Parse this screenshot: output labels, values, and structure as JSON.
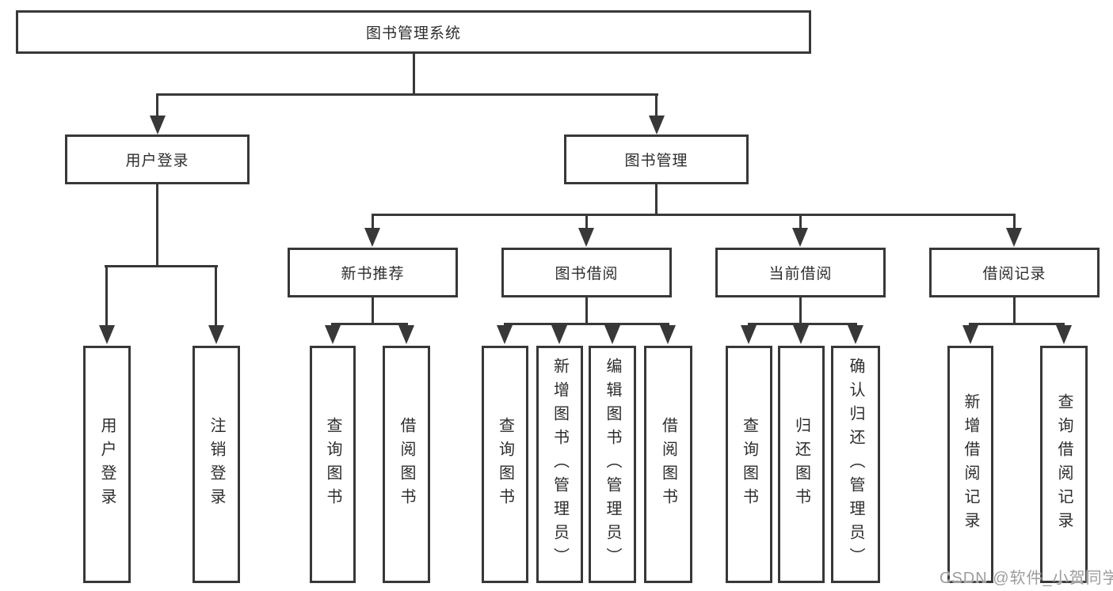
{
  "diagram": {
    "root": "图书管理系统",
    "branches": [
      {
        "label": "用户登录",
        "children": [
          "用户登录",
          "注销登录"
        ]
      },
      {
        "label": "图书管理",
        "sections": [
          {
            "label": "新书推荐",
            "children": [
              "查询图书",
              "借阅图书"
            ]
          },
          {
            "label": "图书借阅",
            "children": [
              "查询图书",
              "新增图书（管理员）",
              "编辑图书（管理员）",
              "借阅图书"
            ]
          },
          {
            "label": "当前借阅",
            "children": [
              "查询图书",
              "归还图书",
              "确认归还（管理员）"
            ]
          },
          {
            "label": "借阅记录",
            "children": [
              "新增借阅记录",
              "查询借阅记录"
            ]
          }
        ]
      }
    ]
  },
  "watermark": {
    "text": "CSDN @软件_小贺同学"
  },
  "colors": {
    "line": "#383838",
    "text": "#2d2d2d",
    "watermark": "#9c9c9c",
    "background": "#ffffff"
  }
}
